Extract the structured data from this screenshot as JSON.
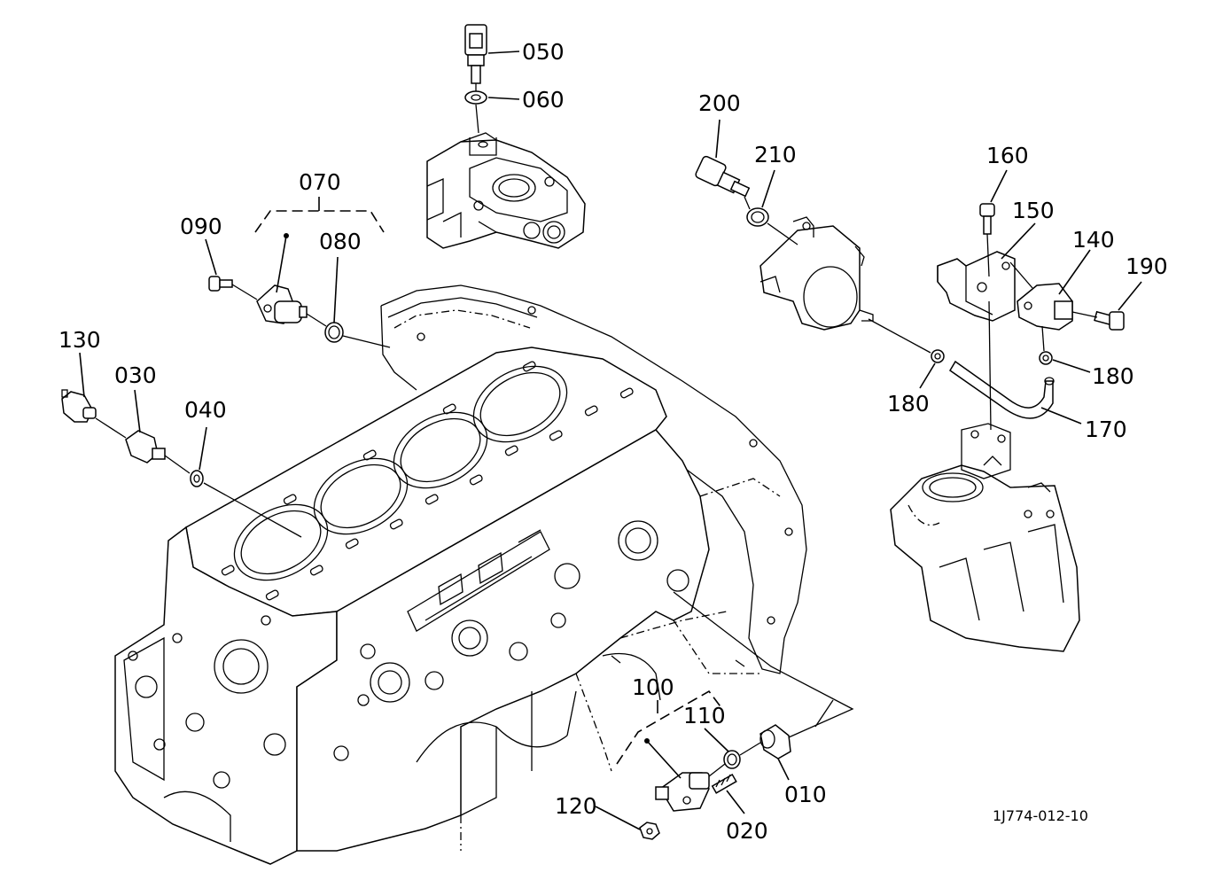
{
  "callouts": [
    {
      "id": "050",
      "label": "050"
    },
    {
      "id": "060",
      "label": "060"
    },
    {
      "id": "070",
      "label": "070"
    },
    {
      "id": "080",
      "label": "080"
    },
    {
      "id": "090",
      "label": "090"
    },
    {
      "id": "130",
      "label": "130"
    },
    {
      "id": "030",
      "label": "030"
    },
    {
      "id": "040",
      "label": "040"
    },
    {
      "id": "200",
      "label": "200"
    },
    {
      "id": "210",
      "label": "210"
    },
    {
      "id": "160",
      "label": "160"
    },
    {
      "id": "150",
      "label": "150"
    },
    {
      "id": "140",
      "label": "140"
    },
    {
      "id": "190",
      "label": "190"
    },
    {
      "id": "180a",
      "label": "180"
    },
    {
      "id": "180b",
      "label": "180"
    },
    {
      "id": "170",
      "label": "170"
    },
    {
      "id": "100",
      "label": "100"
    },
    {
      "id": "110",
      "label": "110"
    },
    {
      "id": "010",
      "label": "010"
    },
    {
      "id": "020",
      "label": "020"
    },
    {
      "id": "120",
      "label": "120"
    }
  ],
  "drawing_code": "1J774-012-10"
}
